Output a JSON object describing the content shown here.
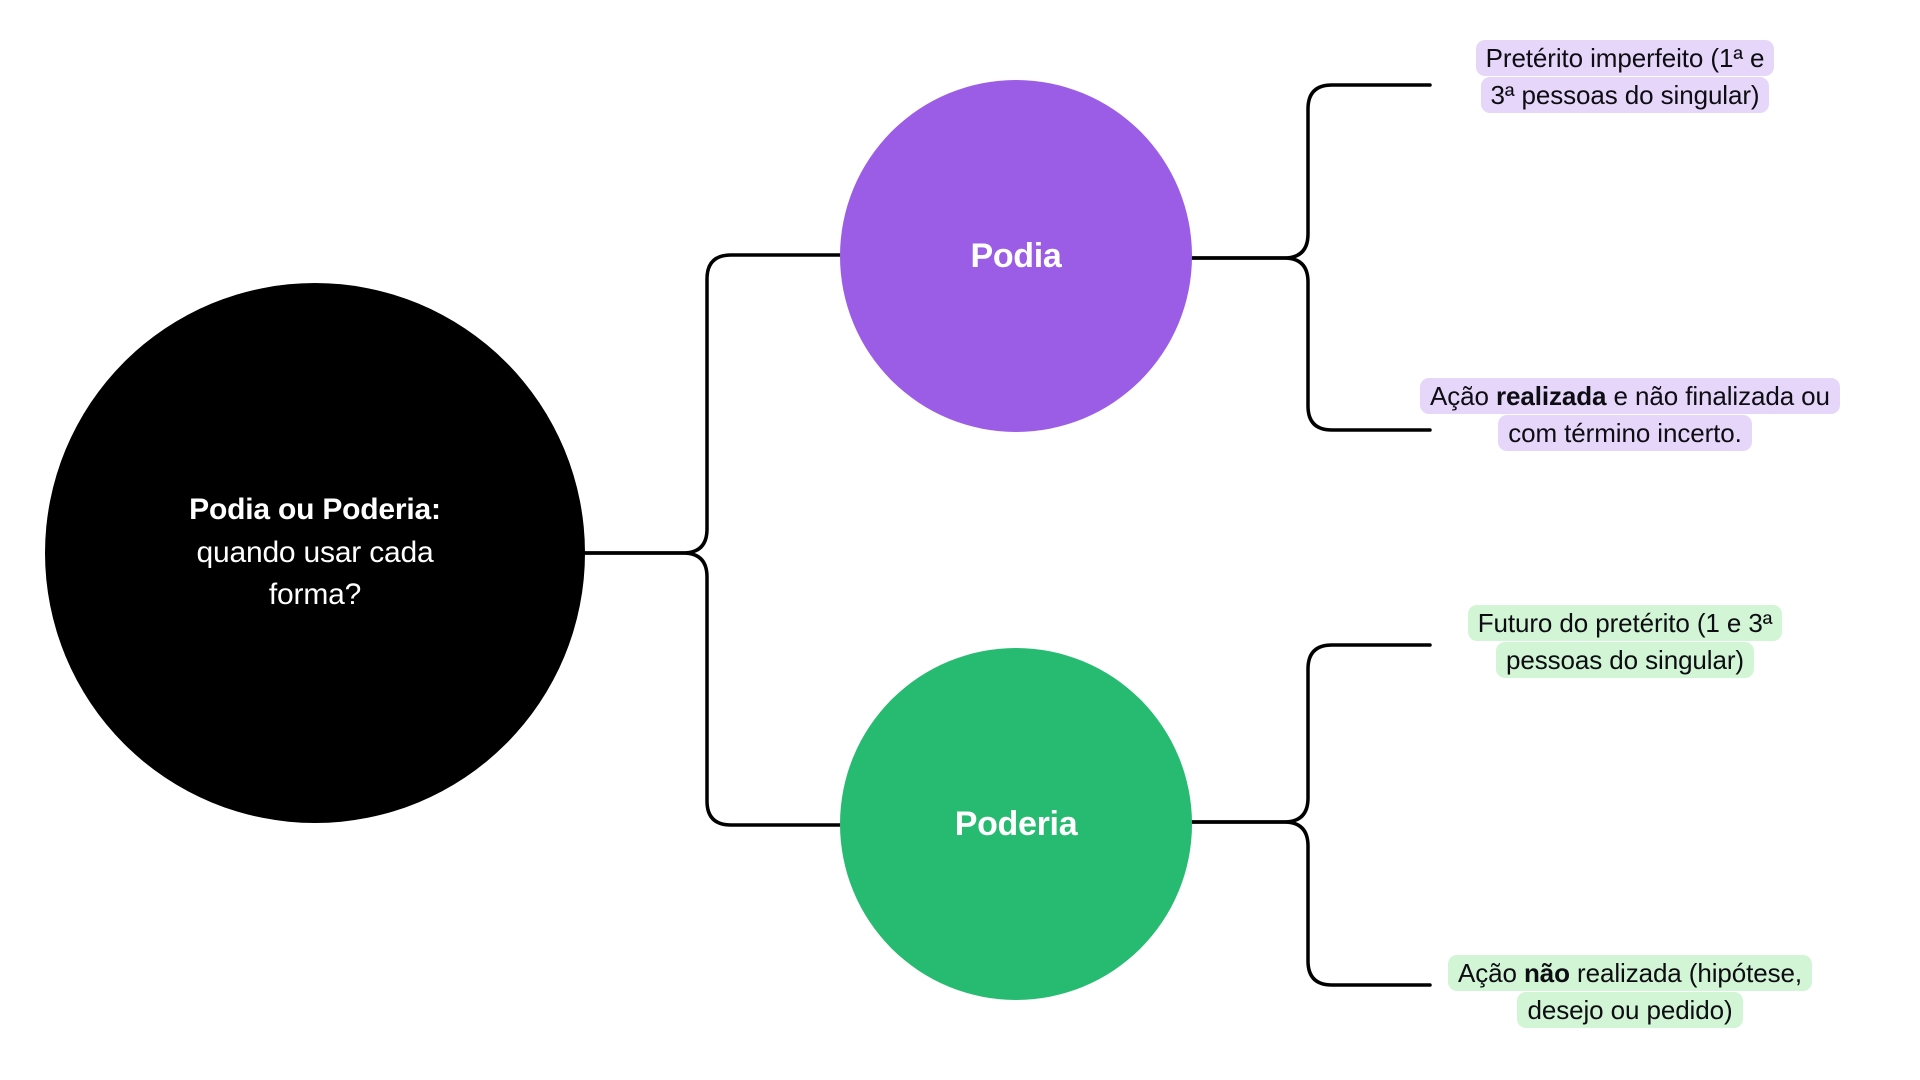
{
  "diagram": {
    "title": "Podia ou Poderia: quando usar cada forma?",
    "background_color": "#ffffff",
    "connector_color": "#000000"
  },
  "root": {
    "title_line": "Podia ou Poderia:",
    "subtitle_line_1": "quando usar cada",
    "subtitle_line_2": "forma?",
    "fill_color": "#000000",
    "text_color": "#ffffff"
  },
  "branches": [
    {
      "id": "podia",
      "label": "Podia",
      "fill_color": "#9b5de5",
      "text_color": "#ffffff",
      "highlight_color": "#e6d7fa"
    },
    {
      "id": "poderia",
      "label": "Poderia",
      "fill_color": "#26bb70",
      "text_color": "#ffffff",
      "highlight_color": "#d2f5d5"
    }
  ],
  "leaves": {
    "podia_1": {
      "line_1": "Pretérito imperfeito (1ª e",
      "line_2": "3ª pessoas do singular)",
      "full_text": "Pretérito imperfeito (1ª e 3ª pessoas do singular)"
    },
    "podia_2": {
      "prefix": "Ação ",
      "bold": "realizada",
      "suffix": " e não finalizada ou com término incerto.",
      "full_text": "Ação realizada e não finalizada ou com término incerto."
    },
    "poderia_1": {
      "line_1": "Futuro do pretérito (1 e 3ª",
      "line_2": "pessoas do singular)",
      "full_text": "Futuro do pretérito (1 e 3ª pessoas do singular)"
    },
    "poderia_2": {
      "prefix": "Ação ",
      "bold": "não",
      "suffix": " realizada (hipótese, desejo ou pedido)",
      "full_text": "Ação não realizada (hipótese, desejo ou pedido)"
    }
  }
}
